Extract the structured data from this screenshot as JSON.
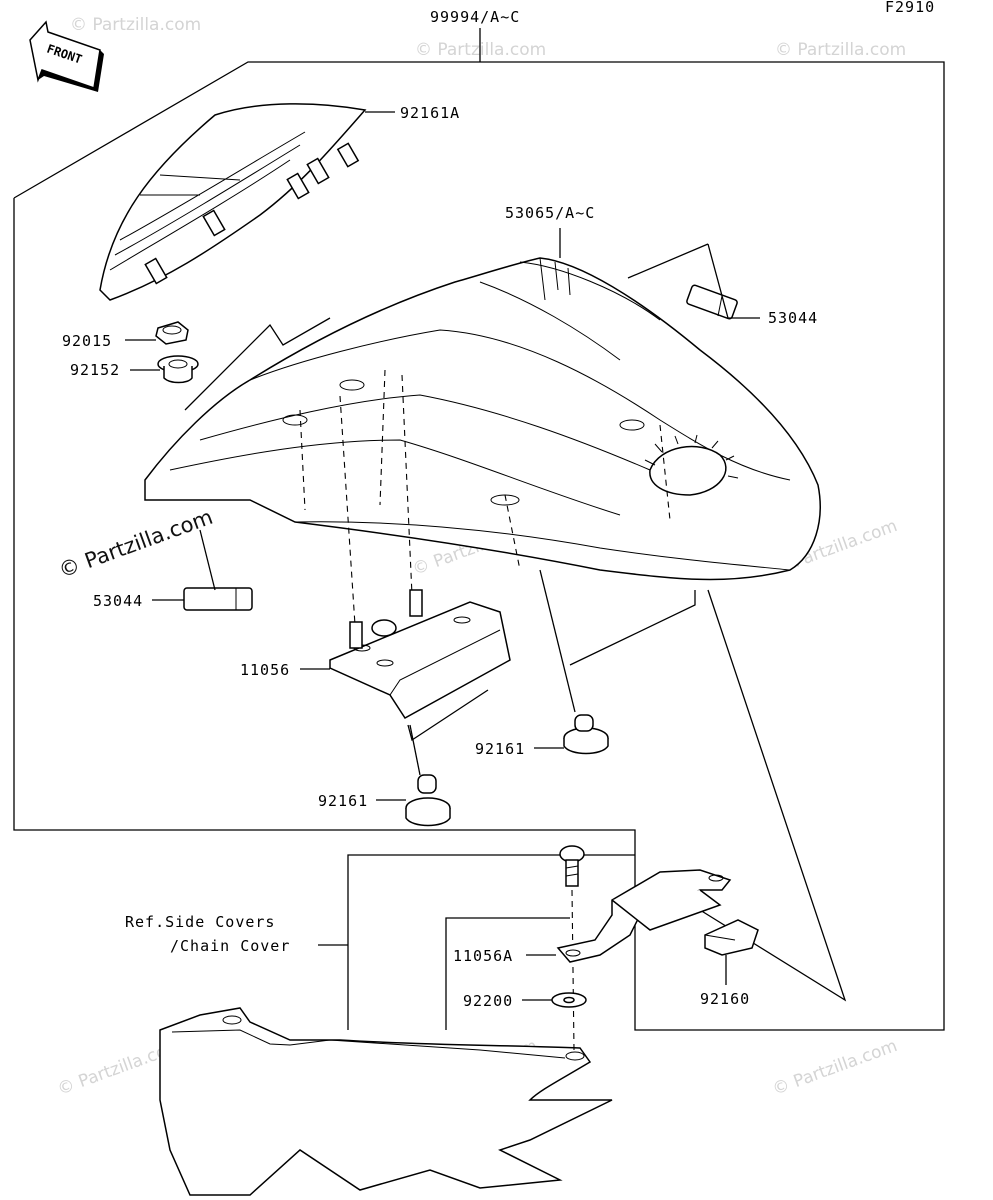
{
  "figure_code": "F2910",
  "copyright": "© Partzilla.com",
  "watermark": "© Partzilla.com",
  "direction_arrow": "FRONT",
  "labels": {
    "p99994": "99994/A~C",
    "p92161A": "92161A",
    "p53065": "53065/A~C",
    "p53044_right": "53044",
    "p92015": "92015",
    "p92152": "92152",
    "p53044_left": "53044",
    "p11056": "11056",
    "p92161_right": "92161",
    "p92161_left": "92161",
    "ref_line1": "Ref.Side Covers",
    "ref_line2": "/Chain Cover",
    "p11056A": "11056A",
    "p92200": "92200",
    "p92160": "92160"
  }
}
